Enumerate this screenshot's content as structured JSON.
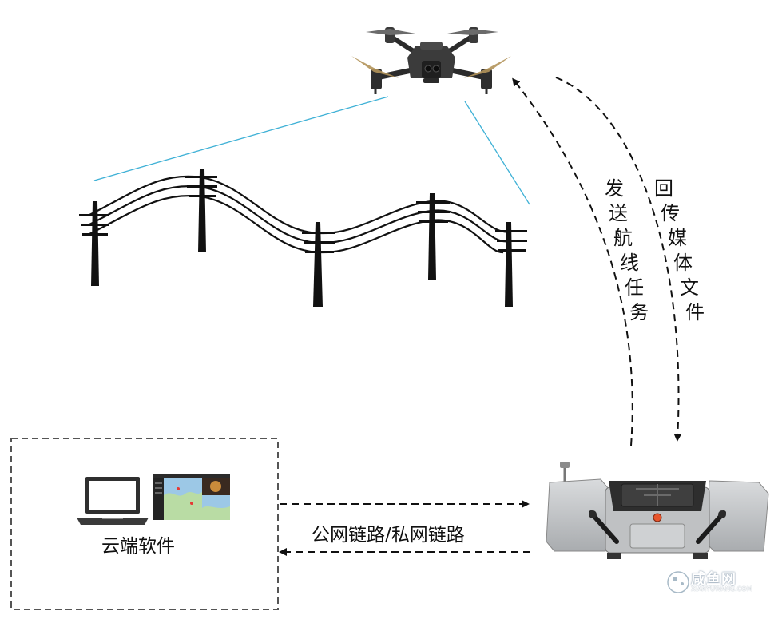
{
  "labels": {
    "send_mission": [
      "发",
      "送",
      "航",
      "线",
      "任",
      "务"
    ],
    "return_media": [
      "回",
      "传",
      "媒",
      "体",
      "文",
      "件"
    ],
    "cloud_software": "云端软件",
    "network_link": "公网链路/私网链路"
  },
  "watermark": {
    "name": "咸鱼网",
    "url": "XIANYUWANG.COM"
  },
  "colors": {
    "sight_line": "#3fb1d6",
    "arrow": "#111111",
    "box_border": "#555555",
    "map_water": "#9cc8e6",
    "map_land": "#b9dca4",
    "map_poi": "#e53935",
    "dock_body": "#c4c6c8",
    "dock_button": "#e8552c"
  },
  "icons": {
    "drone": "drone-icon",
    "laptop": "laptop-icon",
    "screen": "screen-thumbnail",
    "dock": "dock-icon",
    "poles": "power-pole-icon"
  }
}
